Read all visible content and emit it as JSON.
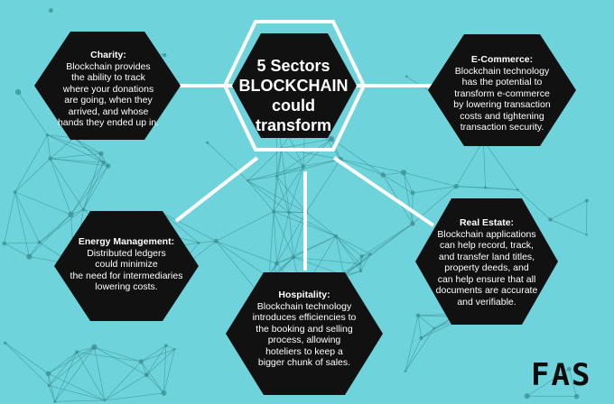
{
  "center": {
    "line1": "5 Sectors",
    "line2": "BLOCKCHAIN",
    "line3": "could",
    "line4": "transform"
  },
  "sectors": [
    {
      "id": "charity",
      "title": "Charity:",
      "body": [
        "Blockchain provides",
        "the ability to track",
        "where your donations",
        "are going, when they",
        "arrived, and whose",
        "hands they ended up in."
      ]
    },
    {
      "id": "ecommerce",
      "title": "E-Commerce:",
      "body": [
        "Blockchain technology",
        "has the potential to",
        "transform e-commerce",
        "by lowering transaction",
        "costs and tightening",
        "transaction security."
      ]
    },
    {
      "id": "energy",
      "title": "Energy Management:",
      "body": [
        "Distributed ledgers",
        "could minimize",
        "the need for intermediaries",
        "lowering costs."
      ]
    },
    {
      "id": "realestate",
      "title": "Real Estate:",
      "body": [
        "Blockchain applications",
        "can help record, track,",
        "and transfer land titles,",
        "property deeds, and",
        "can help ensure that all",
        "documents are accurate",
        "and verifiable."
      ]
    },
    {
      "id": "hospitality",
      "title": "Hospitality:",
      "body": [
        "Blockchain technology",
        "introduces efficiencies to",
        "the booking and selling",
        "process, allowing",
        "hoteliers to keep a",
        "bigger chunk of sales."
      ]
    }
  ],
  "logo": "FAS",
  "colors": {
    "background": "#6fd3dc",
    "hexagon": "#111111",
    "connector": "#ffffff",
    "network": "#3a8f97"
  }
}
